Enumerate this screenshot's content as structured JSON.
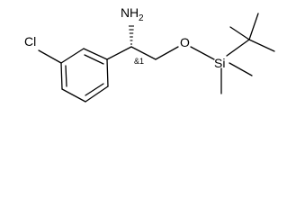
{
  "molecule": {
    "atoms": {
      "chlorine": "Cl",
      "amine_n": "N",
      "amine_h": "H",
      "amine_h_count": "2",
      "oxygen": "O",
      "silicon": "Si"
    },
    "stereo_label": "&1"
  }
}
